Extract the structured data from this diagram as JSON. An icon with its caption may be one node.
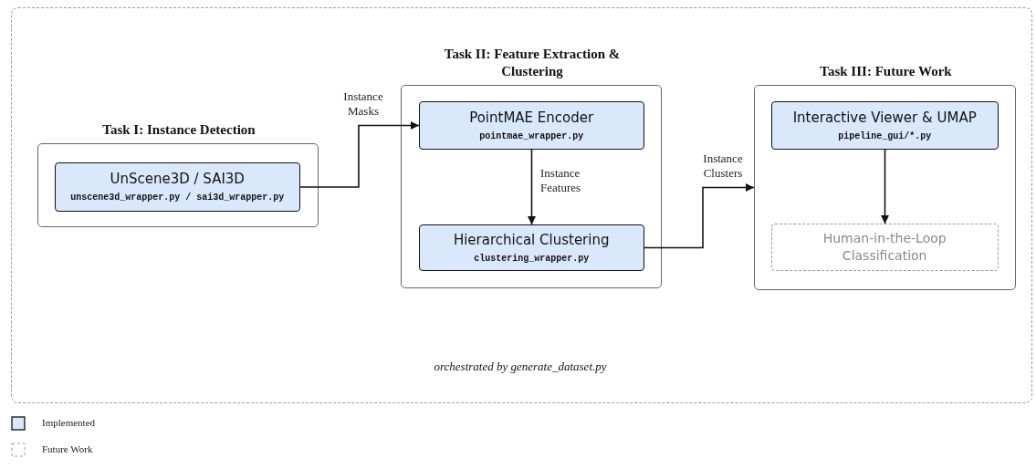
{
  "diagram": {
    "nodes": [
      {
        "text": [
          "Task I: Instance Detection"
        ]
      },
      {
        "text": [
          "UnScene3D / SAI3D",
          "unscene3d_wrapper.py / sai3d_wrapper.py"
        ],
        "in": 0
      },
      {
        "text": [
          "Task II: Feature Extraction & Clustering"
        ]
      },
      {
        "text": [
          "PointMAE Encoder",
          "pointmae_wrapper.py"
        ],
        "in": 2
      },
      {
        "text": [
          "Hierarchical Clustering",
          "clustering_wrapper.py"
        ],
        "in": 2
      },
      {
        "text": [
          "Task III: Future Work"
        ]
      },
      {
        "text": [
          "Interactive Viewer & UMAP",
          "pipeline_gui/*.py"
        ],
        "in": 5
      },
      {
        "text": [
          "Human-in-the-Loop Classification"
        ],
        "in": 5
      }
    ],
    "edges": [
      {
        "from": 1,
        "to": 3,
        "arrow": "to",
        "label": "Instance Masks"
      },
      {
        "from": 3,
        "to": 4,
        "arrow": "to",
        "label": "Instance Features"
      },
      {
        "from": 4,
        "to": 5,
        "arrow": "to",
        "label": "Instance Clusters"
      },
      {
        "from": 6,
        "to": 7,
        "arrow": "to"
      }
    ],
    "labels": [
      "orchestrated by generate_dataset.py"
    ],
    "legend": [
      {
        "text": "Implemented",
        "color": "#dae8fc"
      },
      {
        "text": "Future Work"
      }
    ]
  }
}
